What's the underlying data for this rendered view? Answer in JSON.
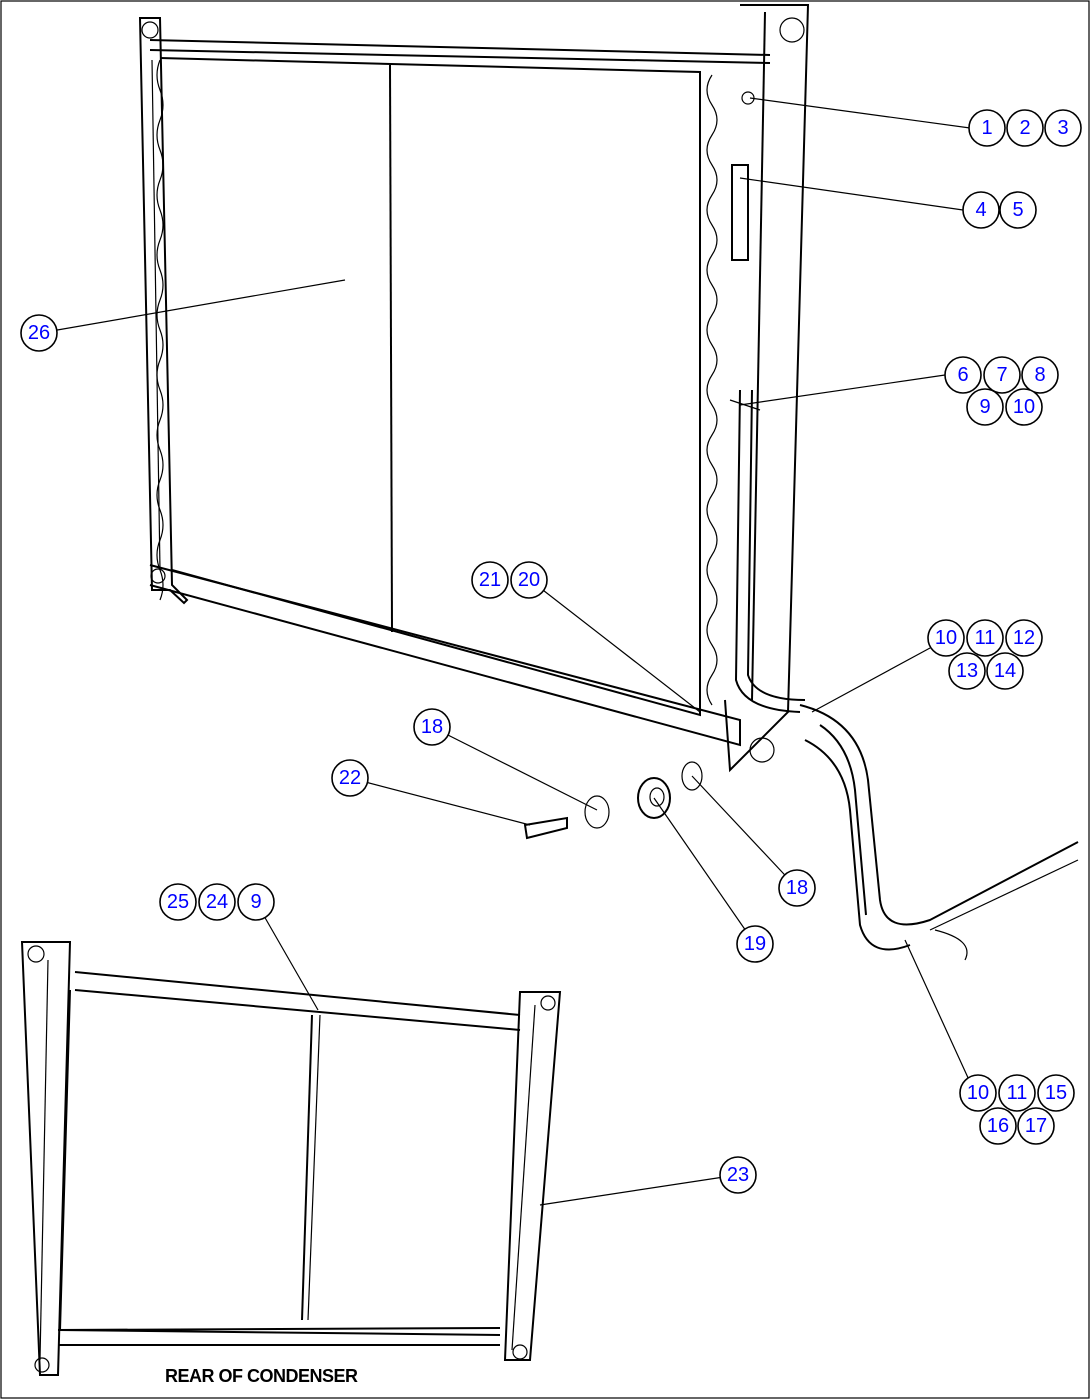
{
  "caption": "REAR OF CONDENSER",
  "colors": {
    "callout_text": "#0000ff",
    "line": "#000000",
    "background": "#ffffff"
  },
  "callouts": [
    {
      "n": "1"
    },
    {
      "n": "2"
    },
    {
      "n": "3"
    },
    {
      "n": "4"
    },
    {
      "n": "5"
    },
    {
      "n": "26"
    },
    {
      "n": "6"
    },
    {
      "n": "7"
    },
    {
      "n": "8"
    },
    {
      "n": "9"
    },
    {
      "n": "10"
    },
    {
      "n": "21"
    },
    {
      "n": "20"
    },
    {
      "n": "10"
    },
    {
      "n": "11"
    },
    {
      "n": "12"
    },
    {
      "n": "13"
    },
    {
      "n": "14"
    },
    {
      "n": "18"
    },
    {
      "n": "22"
    },
    {
      "n": "18"
    },
    {
      "n": "19"
    },
    {
      "n": "25"
    },
    {
      "n": "24"
    },
    {
      "n": "9"
    },
    {
      "n": "10"
    },
    {
      "n": "11"
    },
    {
      "n": "15"
    },
    {
      "n": "16"
    },
    {
      "n": "17"
    },
    {
      "n": "23"
    }
  ]
}
